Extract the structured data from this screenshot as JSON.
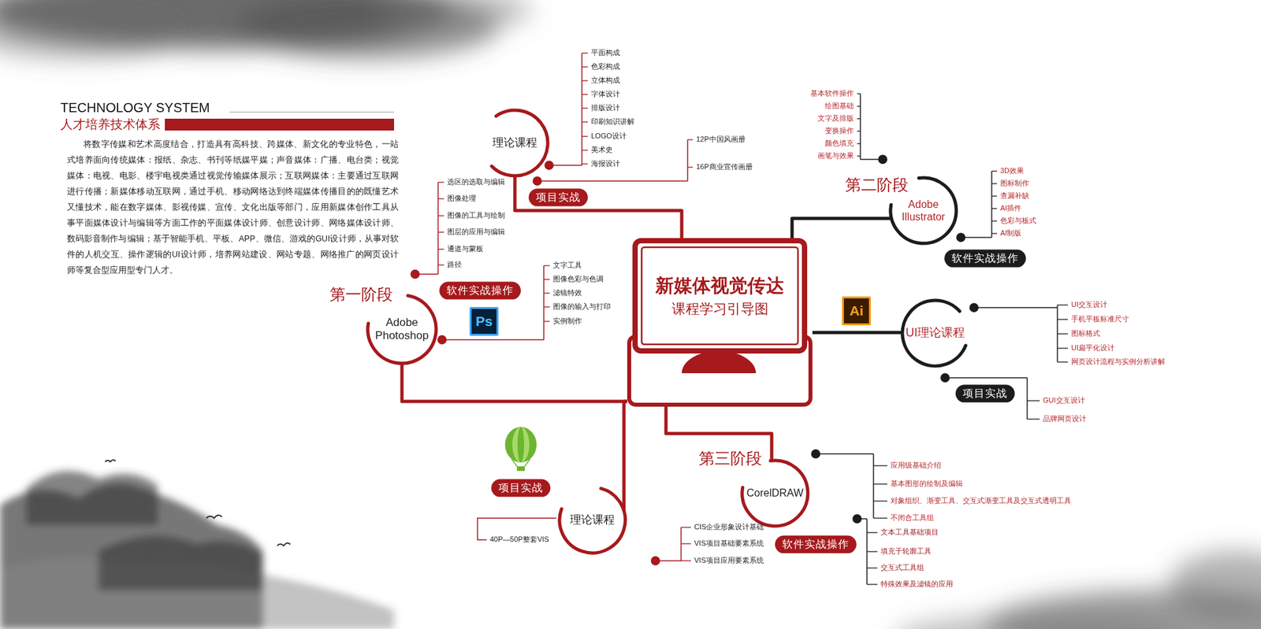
{
  "diagram": {
    "nodes": [
      {
        "text": [
          "新媒体视觉传达",
          "课程学习引导图"
        ]
      },
      {
        "text": [
          "理论课程"
        ]
      },
      {
        "text": [
          "项目实战"
        ]
      },
      {
        "text": [
          "Adobe Illustrator"
        ]
      },
      {
        "text": [
          "软件实战操作"
        ]
      },
      {
        "text": [
          "软件实战操作"
        ]
      },
      {
        "text": [
          "Adobe Photoshop"
        ]
      },
      {
        "text": [
          "UI理论课程"
        ]
      },
      {
        "text": [
          "项目实战"
        ]
      },
      {
        "text": [
          "项目实战"
        ]
      },
      {
        "text": [
          "理论课程"
        ]
      },
      {
        "text": [
          "CorelDRAW"
        ]
      },
      {
        "text": [
          "软件实战操作"
        ]
      }
    ],
    "edges": [
      {
        "from": 0,
        "to": 1,
        "arrow": "none"
      },
      {
        "from": 0,
        "to": 3,
        "arrow": "none"
      },
      {
        "from": 0,
        "to": 6,
        "arrow": "none"
      },
      {
        "from": 0,
        "to": 7,
        "arrow": "none"
      },
      {
        "from": 0,
        "to": 10,
        "arrow": "none"
      },
      {
        "from": 0,
        "to": 11,
        "arrow": "none"
      }
    ],
    "labels": [
      "TECHNOLOGY SYSTEM",
      "人才培养技术体系",
      "将数字传媒和艺术高度结合，打造具有高科技、跨媒体、新文化的专业特色，一站式培养面向传统媒体：报纸、杂志、书刊等纸媒平媒；声音媒体：广播、电台类；视觉媒体：电视、电影、楼宇电视类通过视觉传输媒体展示；互联网媒体：主要通过互联网进行传播；新媒体移动互联网，通过手机、移动网络达到终端媒体传播目的的既懂艺术又懂技术，能在数字媒体、影视传媒、宣传、文化出版等部门，应用新媒体创作工具从事平面媒体设计与编辑等方面工作的平面媒体设计师、创意设计师、网络媒体设计师、数码影音制作与编辑；基于智能手机、平板、APP、微信、游戏的GUI设计师，从事对软件的人机交互、操作逻辑的UI设计师，培养网站建设、网站专题、网络推广的网页设计师等复合型应用型专门人才。",
      "平面构成",
      "色彩构成",
      "立体构成",
      "字体设计",
      "排版设计",
      "印刷知识讲解",
      "LOGO设计",
      "美术史",
      "海报设计",
      "12P中国风画册",
      "16P商业宣传画册",
      "基本软件操作",
      "绘图基础",
      "文字及排版",
      "变换操作",
      "颜色填充",
      "画笔与效果",
      "第二阶段",
      "3D效果",
      "图标制作",
      "查漏补缺",
      "AI插件",
      "色彩与板式",
      "AI制版",
      "选区的选取与编辑",
      "图像处理",
      "图像的工具与绘制",
      "图层的应用与编辑",
      "通道与蒙板",
      "路径",
      "第一阶段",
      "文字工具",
      "图像色彩与色调",
      "滤镜特效",
      "图像的输入与打印",
      "实例制作",
      "Ps",
      "Ai",
      "UI交互设计",
      "手机平板标准尺寸",
      "图标格式",
      "UI扁平化设计",
      "网页设计流程与实例分析讲解",
      "GUI交互设计",
      "品牌网页设计",
      "第三阶段",
      "应用级基础介绍",
      "基本图形的绘制及编辑",
      "对象组织、渐变工具、交互式渐变工具及交互式透明工具",
      "不闭合工具组",
      "文本工具基础项目",
      "填充于轮廓工具",
      "交互式工具组",
      "特殊效果及滤镜的应用",
      "CIS企业形象设计基础",
      "VIS项目基础要素系统",
      "VIS项目应用要素系统",
      "40P—50P整套VIS"
    ]
  }
}
